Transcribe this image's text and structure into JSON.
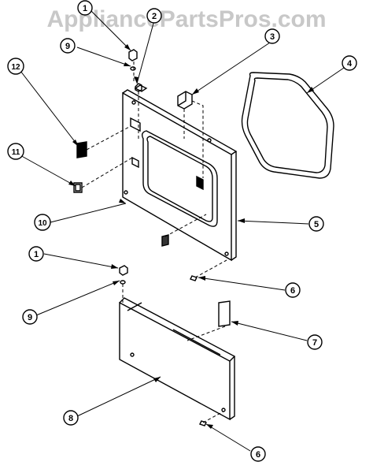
{
  "watermark": "AppliancePartsPros.com",
  "callouts": [
    {
      "id": "c1a",
      "label": "1"
    },
    {
      "id": "c2",
      "label": "2"
    },
    {
      "id": "c3",
      "label": "3"
    },
    {
      "id": "c4",
      "label": "4"
    },
    {
      "id": "c9a",
      "label": "9"
    },
    {
      "id": "c12",
      "label": "12"
    },
    {
      "id": "c11",
      "label": "11"
    },
    {
      "id": "c10",
      "label": "10"
    },
    {
      "id": "c5",
      "label": "5"
    },
    {
      "id": "c1b",
      "label": "1"
    },
    {
      "id": "c6a",
      "label": "6"
    },
    {
      "id": "c9b",
      "label": "9"
    },
    {
      "id": "c7",
      "label": "7"
    },
    {
      "id": "c8",
      "label": "8"
    },
    {
      "id": "c6b",
      "label": "6"
    }
  ]
}
